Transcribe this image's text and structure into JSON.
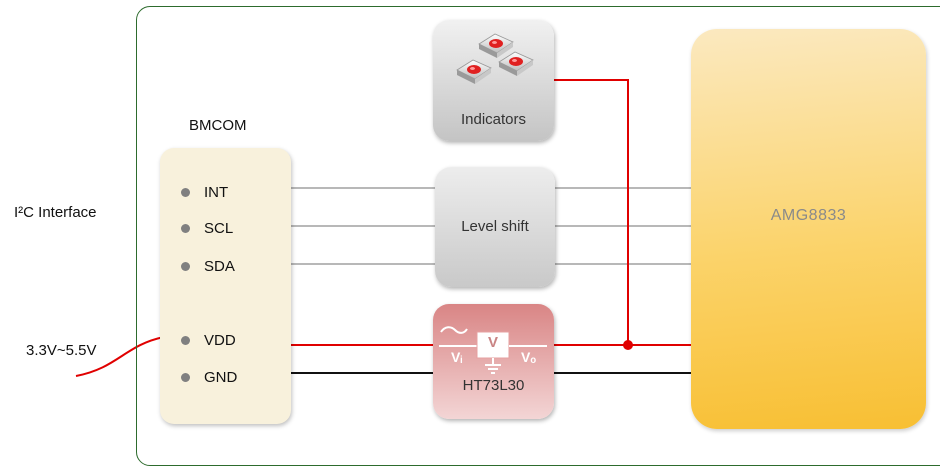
{
  "interface_label": "I²C Interface",
  "voltage_label": "3.3V~5.5V",
  "bmcom": {
    "title": "BMCOM",
    "pins": [
      "INT",
      "SCL",
      "SDA",
      "VDD",
      "GND"
    ]
  },
  "indicators": {
    "label": "Indicators",
    "icon": "led-icon"
  },
  "level_shift": {
    "label": "Level shift"
  },
  "regulator": {
    "label": "HT73L30",
    "symbol": "V",
    "vin": "Vᵢ",
    "vout": "Vₒ"
  },
  "sensor": {
    "label": "AMG8833"
  },
  "colors": {
    "power_line": "#e00000",
    "ground_line": "#111111",
    "signal_line": "#a0a0a0",
    "board_border": "#2d6b2d",
    "sensor_fill": "#fbd36a"
  }
}
